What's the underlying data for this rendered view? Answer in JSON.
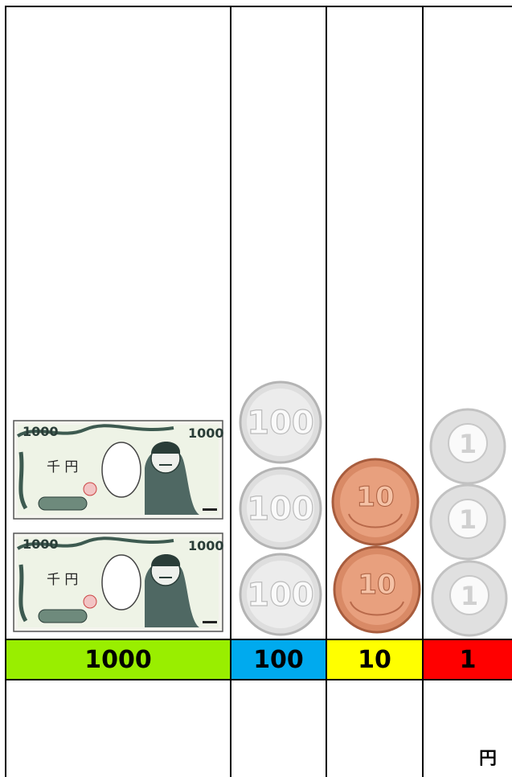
{
  "columns": [
    {
      "label": "1000",
      "color": "#99ee00"
    },
    {
      "label": "100",
      "color": "#00aaee"
    },
    {
      "label": "10",
      "color": "#ffff00"
    },
    {
      "label": "1",
      "color": "#ff0000"
    }
  ],
  "banknote": {
    "denomination": "1000",
    "kanji": "千 円",
    "count": 2
  },
  "coin100": {
    "text": "100",
    "count": 3
  },
  "coin10": {
    "text": "10",
    "count": 2
  },
  "coin1": {
    "text": "1",
    "count": 3
  },
  "unit": "円"
}
